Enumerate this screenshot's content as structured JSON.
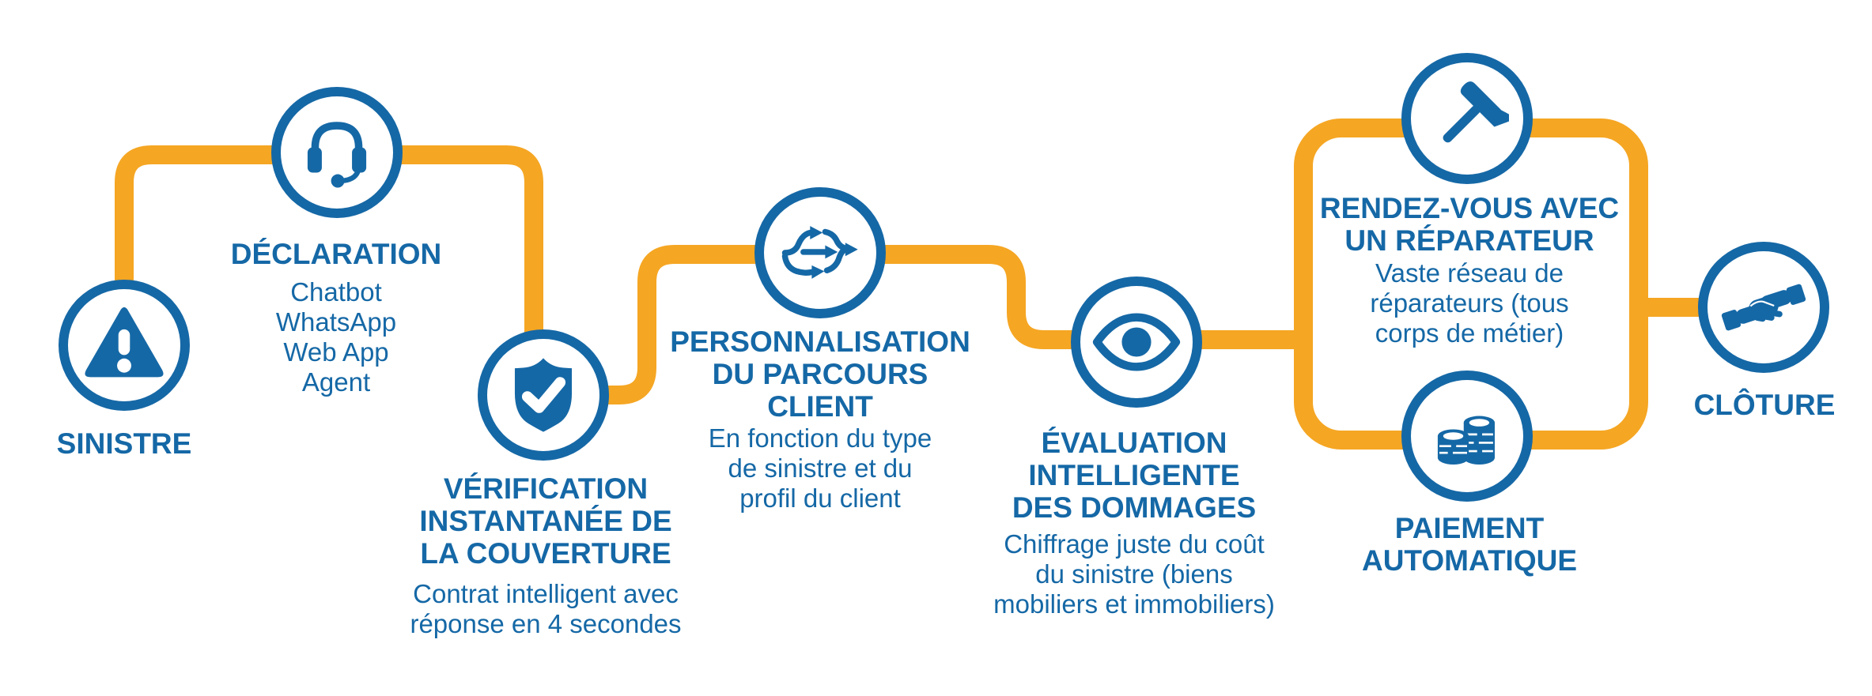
{
  "colors": {
    "blue": "#1568A6",
    "orange": "#F5A623"
  },
  "steps": [
    {
      "id": "sinistre",
      "icon": "warning-icon",
      "title": "SINISTRE",
      "subtitle": ""
    },
    {
      "id": "declaration",
      "icon": "headset-icon",
      "title": "DÉCLARATION",
      "subtitle": "Chatbot\nWhatsApp\nWeb App\nAgent"
    },
    {
      "id": "verification",
      "icon": "shield-check-icon",
      "title": "VÉRIFICATION\nINSTANTANÉE DE\nLA COUVERTURE",
      "subtitle": "Contrat intelligent avec\nréponse en 4 secondes"
    },
    {
      "id": "personnalisation",
      "icon": "branch-arrows-icon",
      "title": "PERSONNALISATION\nDU PARCOURS\nCLIENT",
      "subtitle": "En fonction du type\nde sinistre et du\nprofil du client"
    },
    {
      "id": "evaluation",
      "icon": "eye-icon",
      "title": "ÉVALUATION\nINTELLIGENTE\nDES DOMMAGES",
      "subtitle": "Chiffrage juste du coût\ndu sinistre (biens\nmobiliers et immobiliers)"
    },
    {
      "id": "rendezvous",
      "icon": "hammer-icon",
      "title": "RENDEZ-VOUS AVEC\nUN RÉPARATEUR",
      "subtitle": "Vaste réseau de\nréparateurs (tous\ncorps de métier)"
    },
    {
      "id": "paiement",
      "icon": "coins-icon",
      "title": "PAIEMENT\nAUTOMATIQUE",
      "subtitle": ""
    },
    {
      "id": "cloture",
      "icon": "handshake-icon",
      "title": "CLÔTURE",
      "subtitle": ""
    }
  ]
}
